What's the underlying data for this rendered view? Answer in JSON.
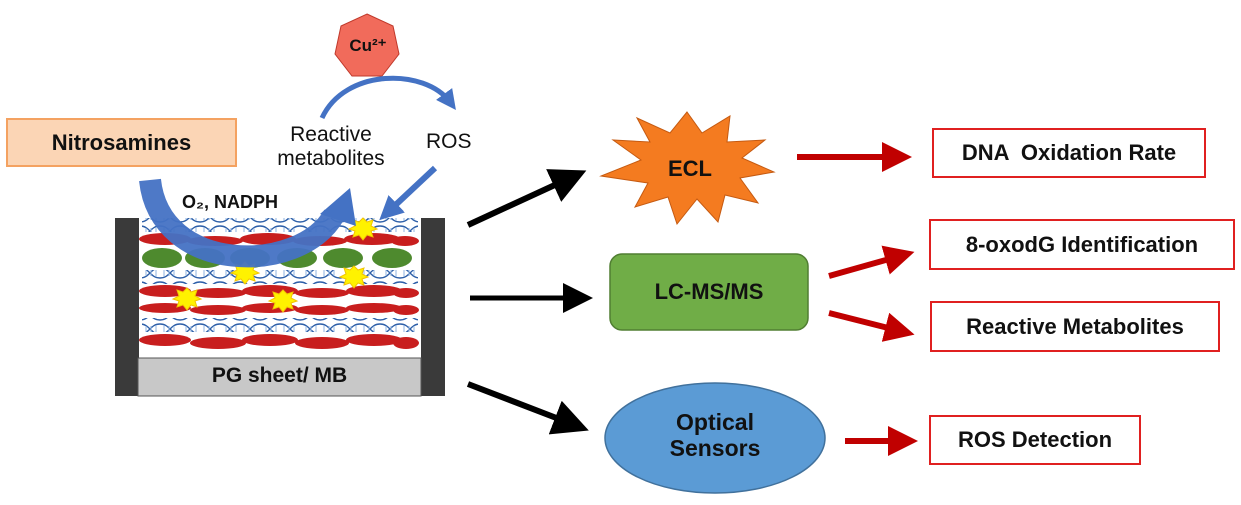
{
  "inputs": {
    "nitrosamines": "Nitrosamines",
    "cu_ion": "Cu²⁺",
    "reactive_metabolites": "Reactive metabolites",
    "ros": "ROS",
    "cofactors": "O₂, NADPH"
  },
  "electrode": {
    "base_label": "PG sheet/ MB"
  },
  "methods": {
    "ecl": "ECL",
    "lcms": "LC-MS/MS",
    "optical": "Optical Sensors"
  },
  "outputs": {
    "dna_oxidation_rate": "DNA  Oxidation Rate",
    "oxodg_identification": "8-oxodG Identification",
    "reactive_metabolites": "Reactive Metabolites",
    "ros_detection": "ROS Detection"
  },
  "colors": {
    "nitrosamines_fill": "#fbd5b5",
    "nitrosamines_border": "#f4a261",
    "cu_fill": "#f16b5b",
    "ecl_fill": "#f47b20",
    "lcms_fill": "#70ad47",
    "optical_fill": "#5b9bd5",
    "red_arrow": "#c00000",
    "blue_arrow": "#4472c4",
    "output_border": "#e02020"
  }
}
